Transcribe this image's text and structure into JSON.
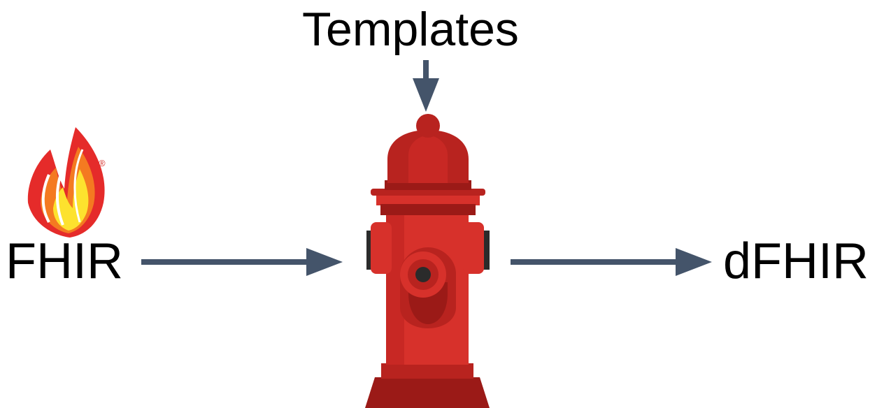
{
  "diagram": {
    "top_label": "Templates",
    "input_label": "FHIR",
    "output_label": "dFHIR",
    "registered_mark": "®"
  },
  "colors": {
    "arrow": "#44546a",
    "hydrant_main": "#d7312b",
    "hydrant_dark": "#9b1a17",
    "hydrant_mid": "#b8231f",
    "flame_red": "#e52b2a",
    "flame_orange": "#f47a21",
    "flame_yellow": "#fde22e"
  },
  "icons": [
    "fhir-flame-logo",
    "fire-hydrant-icon"
  ]
}
